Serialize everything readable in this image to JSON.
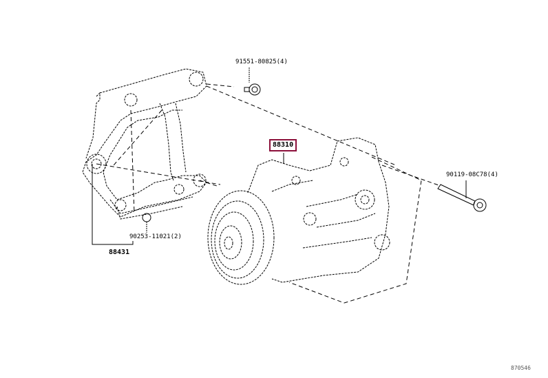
{
  "diagram": {
    "title": "A/C Compressor & Bracket",
    "highlight_color": "#8b0f3a",
    "parts": [
      {
        "id": "compressor",
        "number": "88310",
        "highlighted": true
      },
      {
        "id": "bracket",
        "number": "88431",
        "highlighted": false
      },
      {
        "id": "bracket-bolt",
        "number": "91551-80825(4)",
        "highlighted": false
      },
      {
        "id": "compressor-bolt",
        "number": "90119-08C78(4)",
        "highlighted": false
      },
      {
        "id": "bracket-stud",
        "number": "90253-11021(2)",
        "highlighted": false
      }
    ],
    "reference_code": "870546"
  }
}
